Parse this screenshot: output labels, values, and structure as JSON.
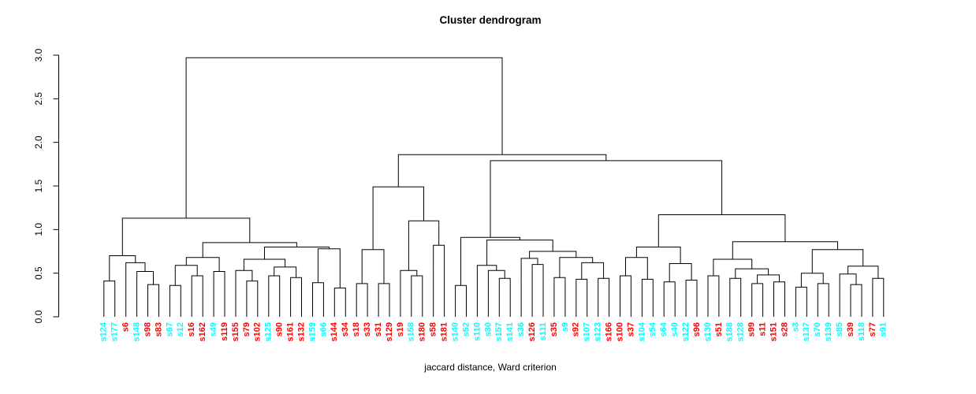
{
  "chart_data": {
    "type": "dendrogram",
    "title": "Cluster dendrogram",
    "xlabel": "jaccard distance, Ward criterion",
    "ylabel": "",
    "ylim": [
      0.0,
      3.0
    ],
    "yticks": [
      "0.0",
      "0.5",
      "1.0",
      "1.5",
      "2.0",
      "2.5",
      "3.0"
    ],
    "grid": false,
    "legend": false,
    "line_color": "#000000",
    "leaf_color_map": {
      "c": "#00FFFF",
      "r": "#FF0000"
    },
    "leaves": [
      [
        "s124",
        "c"
      ],
      [
        "s177",
        "c"
      ],
      [
        "s6",
        "r"
      ],
      [
        "s148",
        "c"
      ],
      [
        "s98",
        "r"
      ],
      [
        "s83",
        "r"
      ],
      [
        "s67",
        "c"
      ],
      [
        "s12",
        "c"
      ],
      [
        "s16",
        "r"
      ],
      [
        "s162",
        "r"
      ],
      [
        "s49",
        "c"
      ],
      [
        "s119",
        "r"
      ],
      [
        "s155",
        "r"
      ],
      [
        "s79",
        "r"
      ],
      [
        "s102",
        "r"
      ],
      [
        "s125",
        "c"
      ],
      [
        "s90",
        "r"
      ],
      [
        "s161",
        "r"
      ],
      [
        "s132",
        "r"
      ],
      [
        "s159",
        "c"
      ],
      [
        "s66",
        "c"
      ],
      [
        "s144",
        "r"
      ],
      [
        "s34",
        "r"
      ],
      [
        "s18",
        "r"
      ],
      [
        "s33",
        "r"
      ],
      [
        "s31",
        "r"
      ],
      [
        "s129",
        "r"
      ],
      [
        "s19",
        "r"
      ],
      [
        "s158",
        "c"
      ],
      [
        "s180",
        "r"
      ],
      [
        "s58",
        "r"
      ],
      [
        "s181",
        "r"
      ],
      [
        "s140",
        "c"
      ],
      [
        "s52",
        "c"
      ],
      [
        "s110",
        "c"
      ],
      [
        "s30",
        "c"
      ],
      [
        "s157",
        "c"
      ],
      [
        "s141",
        "c"
      ],
      [
        "s36",
        "c"
      ],
      [
        "s126",
        "r"
      ],
      [
        "s111",
        "c"
      ],
      [
        "s35",
        "r"
      ],
      [
        "s9",
        "c"
      ],
      [
        "s92",
        "r"
      ],
      [
        "s107",
        "c"
      ],
      [
        "s123",
        "c"
      ],
      [
        "s166",
        "r"
      ],
      [
        "s100",
        "r"
      ],
      [
        "s37",
        "r"
      ],
      [
        "s104",
        "c"
      ],
      [
        "s54",
        "c"
      ],
      [
        "s64",
        "c"
      ],
      [
        "s40",
        "c"
      ],
      [
        "s122",
        "c"
      ],
      [
        "s96",
        "r"
      ],
      [
        "s130",
        "c"
      ],
      [
        "s51",
        "r"
      ],
      [
        "s188",
        "c"
      ],
      [
        "s128",
        "c"
      ],
      [
        "s99",
        "r"
      ],
      [
        "s11",
        "r"
      ],
      [
        "s151",
        "r"
      ],
      [
        "s28",
        "r"
      ],
      [
        "s3",
        "c"
      ],
      [
        "s137",
        "c"
      ],
      [
        "s70",
        "c"
      ],
      [
        "s139",
        "c"
      ],
      [
        "s85",
        "c"
      ],
      [
        "s39",
        "r"
      ],
      [
        "s118",
        "c"
      ],
      [
        "s77",
        "r"
      ],
      [
        "s91",
        "c"
      ]
    ],
    "tree": {
      "h": 2.97,
      "c": [
        {
          "h": 1.13,
          "c": [
            {
              "h": 0.7,
              "c": [
                {
                  "h": 0.41,
                  "c": [
                    "s124",
                    "s177"
                  ]
                },
                {
                  "h": 0.62,
                  "c": [
                    "s6",
                    {
                      "h": 0.52,
                      "c": [
                        "s148",
                        {
                          "h": 0.37,
                          "c": [
                            "s98",
                            "s83"
                          ]
                        }
                      ]
                    }
                  ]
                }
              ]
            },
            {
              "h": 0.85,
              "c": [
                {
                  "h": 0.68,
                  "c": [
                    {
                      "h": 0.59,
                      "c": [
                        {
                          "h": 0.36,
                          "c": [
                            "s67",
                            "s12"
                          ]
                        },
                        {
                          "h": 0.47,
                          "c": [
                            "s16",
                            "s162"
                          ]
                        }
                      ]
                    },
                    {
                      "h": 0.52,
                      "c": [
                        "s49",
                        "s119"
                      ]
                    }
                  ]
                },
                {
                  "h": 0.8,
                  "c": [
                    {
                      "h": 0.66,
                      "c": [
                        {
                          "h": 0.53,
                          "c": [
                            "s155",
                            {
                              "h": 0.41,
                              "c": [
                                "s79",
                                "s102"
                              ]
                            }
                          ]
                        },
                        {
                          "h": 0.57,
                          "c": [
                            {
                              "h": 0.47,
                              "c": [
                                "s125",
                                "s90"
                              ]
                            },
                            {
                              "h": 0.45,
                              "c": [
                                "s161",
                                "s132"
                              ]
                            }
                          ]
                        }
                      ]
                    },
                    {
                      "h": 0.78,
                      "c": [
                        {
                          "h": 0.39,
                          "c": [
                            "s159",
                            "s66"
                          ]
                        },
                        {
                          "h": 0.33,
                          "c": [
                            "s144",
                            "s34"
                          ]
                        }
                      ]
                    }
                  ]
                }
              ]
            }
          ]
        },
        {
          "h": 1.86,
          "c": [
            {
              "h": 1.49,
              "c": [
                {
                  "h": 0.77,
                  "c": [
                    {
                      "h": 0.38,
                      "c": [
                        "s18",
                        "s33"
                      ]
                    },
                    {
                      "h": 0.38,
                      "c": [
                        "s31",
                        "s129"
                      ]
                    }
                  ]
                },
                {
                  "h": 1.1,
                  "c": [
                    {
                      "h": 0.53,
                      "c": [
                        "s19",
                        {
                          "h": 0.47,
                          "c": [
                            "s158",
                            "s180"
                          ]
                        }
                      ]
                    },
                    {
                      "h": 0.82,
                      "c": [
                        "s58",
                        "s181"
                      ]
                    }
                  ]
                }
              ]
            },
            {
              "h": 1.79,
              "c": [
                {
                  "h": 0.91,
                  "c": [
                    {
                      "h": 0.36,
                      "c": [
                        "s140",
                        "s52"
                      ]
                    },
                    {
                      "h": 0.88,
                      "c": [
                        {
                          "h": 0.59,
                          "c": [
                            "s110",
                            {
                              "h": 0.53,
                              "c": [
                                "s30",
                                {
                                  "h": 0.44,
                                  "c": [
                                    "s157",
                                    "s141"
                                  ]
                                }
                              ]
                            }
                          ]
                        },
                        {
                          "h": 0.75,
                          "c": [
                            {
                              "h": 0.67,
                              "c": [
                                "s36",
                                {
                                  "h": 0.6,
                                  "c": [
                                    "s126",
                                    "s111"
                                  ]
                                }
                              ]
                            },
                            {
                              "h": 0.68,
                              "c": [
                                {
                                  "h": 0.45,
                                  "c": [
                                    "s35",
                                    "s9"
                                  ]
                                },
                                {
                                  "h": 0.62,
                                  "c": [
                                    {
                                      "h": 0.43,
                                      "c": [
                                        "s92",
                                        "s107"
                                      ]
                                    },
                                    {
                                      "h": 0.44,
                                      "c": [
                                        "s123",
                                        "s166"
                                      ]
                                    }
                                  ]
                                }
                              ]
                            }
                          ]
                        }
                      ]
                    }
                  ]
                },
                {
                  "h": 1.17,
                  "c": [
                    {
                      "h": 0.8,
                      "c": [
                        {
                          "h": 0.68,
                          "c": [
                            {
                              "h": 0.47,
                              "c": [
                                "s100",
                                "s37"
                              ]
                            },
                            {
                              "h": 0.43,
                              "c": [
                                "s104",
                                "s54"
                              ]
                            }
                          ]
                        },
                        {
                          "h": 0.61,
                          "c": [
                            {
                              "h": 0.4,
                              "c": [
                                "s64",
                                "s40"
                              ]
                            },
                            {
                              "h": 0.42,
                              "c": [
                                "s122",
                                "s96"
                              ]
                            }
                          ]
                        }
                      ]
                    },
                    {
                      "h": 0.86,
                      "c": [
                        {
                          "h": 0.66,
                          "c": [
                            {
                              "h": 0.47,
                              "c": [
                                "s130",
                                "s51"
                              ]
                            },
                            {
                              "h": 0.55,
                              "c": [
                                {
                                  "h": 0.44,
                                  "c": [
                                    "s188",
                                    "s128"
                                  ]
                                },
                                {
                                  "h": 0.48,
                                  "c": [
                                    {
                                      "h": 0.38,
                                      "c": [
                                        "s99",
                                        "s11"
                                      ]
                                    },
                                    {
                                      "h": 0.4,
                                      "c": [
                                        "s151",
                                        "s28"
                                      ]
                                    }
                                  ]
                                }
                              ]
                            }
                          ]
                        },
                        {
                          "h": 0.77,
                          "c": [
                            {
                              "h": 0.5,
                              "c": [
                                {
                                  "h": 0.34,
                                  "c": [
                                    "s3",
                                    "s137"
                                  ]
                                },
                                {
                                  "h": 0.38,
                                  "c": [
                                    "s70",
                                    "s139"
                                  ]
                                }
                              ]
                            },
                            {
                              "h": 0.58,
                              "c": [
                                {
                                  "h": 0.49,
                                  "c": [
                                    "s85",
                                    {
                                      "h": 0.37,
                                      "c": [
                                        "s39",
                                        "s118"
                                      ]
                                    }
                                  ]
                                },
                                {
                                  "h": 0.44,
                                  "c": [
                                    "s77",
                                    "s91"
                                  ]
                                }
                              ]
                            }
                          ]
                        }
                      ]
                    }
                  ]
                }
              ]
            }
          ]
        }
      ]
    }
  }
}
